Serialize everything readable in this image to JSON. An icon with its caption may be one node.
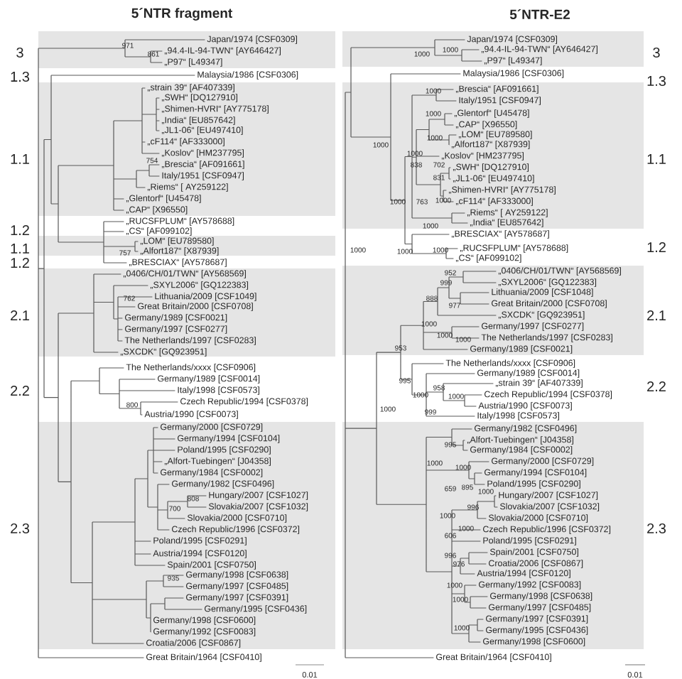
{
  "diagram": {
    "labels": [
      "5´NTR fragment",
      "Japan/1974 [CSF0309]",
      "„94.4-IL-94-TWN“ [AY646427]",
      "„P97“ [L49347]",
      "Malaysia/1986 [CSF0306]",
      "„strain 39“ [AF407339]",
      "„SWH“ [DQ127910]",
      "„Shimen-HVRI“ [AY775178]",
      "„India“ [EU857642]",
      "„JL1-06“ [EU497410]",
      "„cF114“ [AF333000]",
      "„Koslov“ [HM237795]",
      "„Brescia“ [AF091661]",
      "Italy/1951 [CSF0947]",
      "„Riems“ [ AY259122]",
      "„Glentorf“ [U45478]",
      "„CAP“ [X96550]",
      "„RUCSFPLUM“ [AY578688]",
      "„CS“ [AF099102]",
      "„LOM“ [EU789580]",
      "„Alfort187“ [X87939]",
      "„BRESCIAX“ [AY578687]",
      "„0406/CH/01/TWN“ [AY568569]",
      "„SXYL2006“ [GQ122383]",
      "Lithuania/2009 [CSF1049]",
      "Great Britain/2000 [CSF0708]",
      "Germany/1989 [CSF0021]",
      "Germany/1997 [CSF0277]",
      "The Netherlands/1997 [CSF0283]",
      "„SXCDK“ [GQ923951]",
      "The Netherlands/xxxx [CSF0906]",
      "Germany/1989 [CSF0014]",
      "Italy/1998 [CSF0573]",
      "Czech Republic/1994 [CSF0378]",
      "Austria/1990 [CSF0073]",
      "Germany/2000 [CSF0729]",
      "Germany/1994 [CSF0104]",
      "Poland/1995 [CSF0290]",
      "„Alfort-Tuebingen“ [J04358]",
      "Germany/1984 [CSF0002]",
      "Germany/1982 [CSF0496]",
      "Hungary/2007 [CSF1027]",
      "Slovakia/2007 [CSF1032]",
      "Slovakia/2000 [CSF0710]",
      "Czech Republic/1996 [CSF0372]",
      "Poland/1995 [CSF0291]",
      "Austria/1994 [CSF0120]",
      "Spain/2001 [CSF0750]",
      "Germany/1998 [CSF0638]",
      "Germany/1997 [CSF0485]",
      "Germany/1997 [CSF0391]",
      "Germany/1995 [CSF0436]",
      "Germany/1998 [CSF0600]",
      "Germany/1992 [CSF0083]",
      "Croatia/2006 [CSF0867]",
      "Great Britain/1964 [CSF0410]",
      "971",
      "861",
      "754",
      "757",
      "762",
      "800",
      "808",
      "700",
      "935",
      "3",
      "1.3",
      "1.1",
      "1.2",
      "1.1",
      "1.2",
      "2.1",
      "2.2",
      "2.3",
      "0.01",
      "5´NTR-E2",
      "Japan/1974 [CSF0309]",
      "„94.4-IL-94-TWN“ [AY646427]",
      "„P97“ [L49347]",
      "Malaysia/1986 [CSF0306]",
      "„Brescia“ [AF091661]",
      "Italy/1951 [CSF0947]",
      "„Glentorf“ [U45478]",
      "„CAP“ [X96550]",
      "„LOM“ [EU789580]",
      "„Alfort187“ [X87939]",
      "„Koslov“ [HM237795]",
      "„SWH“ [DQ127910]",
      "„JL1-06“ [EU497410]",
      "„Shimen-HVRI“ [AY775178]",
      "„cF114“ [AF333000]",
      "„Riems“ [ AY259122]",
      "„India“ [EU857642]",
      "„BRESCIAX“ [AY578687]",
      "„RUCSFPLUM“ [AY578688]",
      "„CS“ [AF099102]",
      "„0406/CH/01/TWN“ [AY568569]",
      "„SXYL2006“ [GQ122383]",
      "Lithuania/2009 [CSF1048]",
      "Great Britain/2000 [CSF0708]",
      "„SXCDK“ [GQ923951]",
      "Germany/1997 [CSF0277]",
      "The Netherlands/1997 [CSF0283]",
      "Germany/1989 [CSF0021]",
      "The Netherlands/xxxx [CSF0906]",
      "Germany/1989 [CSF0014]",
      "„strain 39“ [AF407339]",
      "Czech Republic/1994 [CSF0378]",
      "Austria/1990 [CSF0073]",
      "Italy/1998 [CSF0573]",
      "Germany/1982 [CSF0496]",
      "„Alfort-Tuebingen“ [J04358]",
      "Germany/1984 [CSF0002]",
      "Germany/2000 [CSF0729]",
      "Germany/1994 [CSF0104]",
      "Poland/1995 [CSF0290]",
      "Hungary/2007 [CSF1027]",
      "Slovakia/2007 [CSF1032]",
      "Slovakia/2000 [CSF0710]",
      "Czech Republic/1996 [CSF0372]",
      "Poland/1995 [CSF0291]",
      "Spain/2001 [CSF0750]",
      "Croatia/2006 [CSF0867]",
      "Austria/1994 [CSF0120]",
      "Germany/1992 [CSF0083]",
      "Germany/1998 [CSF0638]",
      "Germany/1997 [CSF0485]",
      "Germany/1997 [CSF0391]",
      "Germany/1995 [CSF0436]",
      "Germany/1998 [CSF0600]",
      "Great Britain/1964 [CSF0410]",
      "1000",
      "1000",
      "1000",
      "1000",
      "1000",
      "1000",
      "1000",
      "838",
      "702",
      "831",
      "1000",
      "763",
      "1000",
      "1000",
      "1000",
      "1000",
      "1000",
      "952",
      "999",
      "888",
      "977",
      "1000",
      "1000",
      "1000",
      "953",
      "995",
      "958",
      "1000",
      "1000",
      "1000",
      "999",
      "995",
      "1000",
      "1000",
      "659",
      "895",
      "1000",
      "996",
      "1000",
      "1000",
      "606",
      "996",
      "976",
      "1000",
      "1000",
      "1000",
      "3",
      "1.3",
      "1.1",
      "1.2",
      "2.1",
      "2.2",
      "2.3",
      "0.01"
    ]
  }
}
